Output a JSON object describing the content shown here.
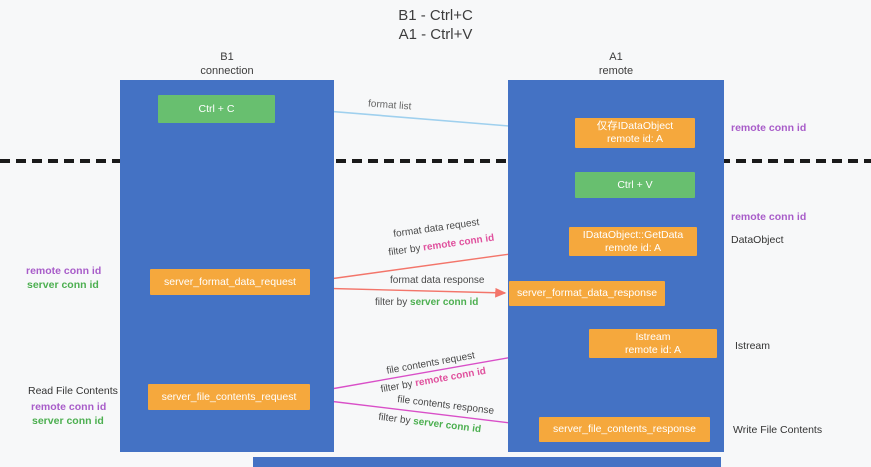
{
  "title": {
    "line1": "B1 - Ctrl+C",
    "line2": "A1 - Ctrl+V"
  },
  "lanes": {
    "left": {
      "name": "B1",
      "subtitle": "connection"
    },
    "right": {
      "name": "A1",
      "subtitle": "remote"
    }
  },
  "nodes": {
    "ctrl_c": "Ctrl + C",
    "ctrl_v": "Ctrl + V",
    "idataobject_line1": "仅存IDataObject",
    "getdata_line1": "IDataObject::GetData",
    "istream_line1": "Istream",
    "remote_id": "remote id: A",
    "format_request": "server_format_data_request",
    "format_response": "server_format_data_response",
    "file_request": "server_file_contents_request",
    "file_response": "server_file_contents_response"
  },
  "labels": {
    "format_list": "format list",
    "format_data_request": "format data request",
    "format_data_response": "format data response",
    "file_contents_request": "file contents request",
    "file_contents_response": "file contents response",
    "filter_by": "filter by ",
    "remote_conn_id": "remote conn id",
    "server_conn_id": "server conn id",
    "dataobject": "DataObject",
    "istream": "Istream",
    "read_file_contents": "Read File Contents",
    "write_file_contents": "Write File Contents"
  },
  "colors": {
    "lane_blue": "#4472c4",
    "box_orange": "#f5a83d",
    "box_green": "#68bf6f",
    "purple_text": "#a85cc9",
    "green_text": "#4caf50",
    "pink_text": "#e0519e",
    "arrow_blue": "#9fd0ee",
    "arrow_red": "#f3756a",
    "arrow_pink": "#d94fc8",
    "arrow_black": "#1a1a1a"
  }
}
